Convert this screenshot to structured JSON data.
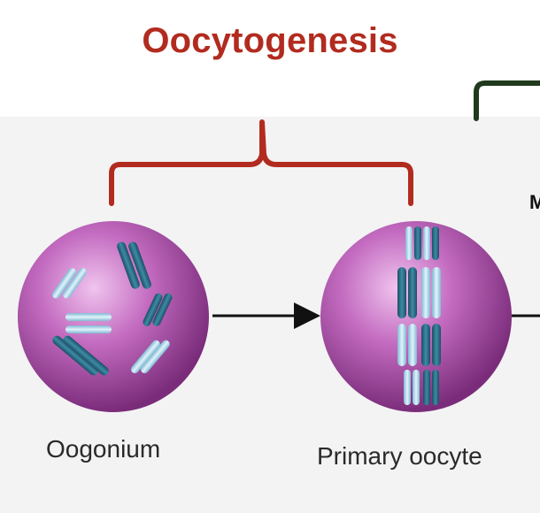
{
  "title": "Oocytogenesis",
  "stages": [
    {
      "label": "Oogonium"
    },
    {
      "label": "Primary oocyte"
    }
  ],
  "cutoff_label": "M",
  "colors": {
    "title_red": "#b22b1f",
    "bracket_red": "#b22b1f",
    "bracket_green": "#1f3a1c",
    "cell_magenta": "#a24aa0",
    "chromosome_dark": "#2c6f86",
    "chromosome_light": "#a9d6ea"
  }
}
